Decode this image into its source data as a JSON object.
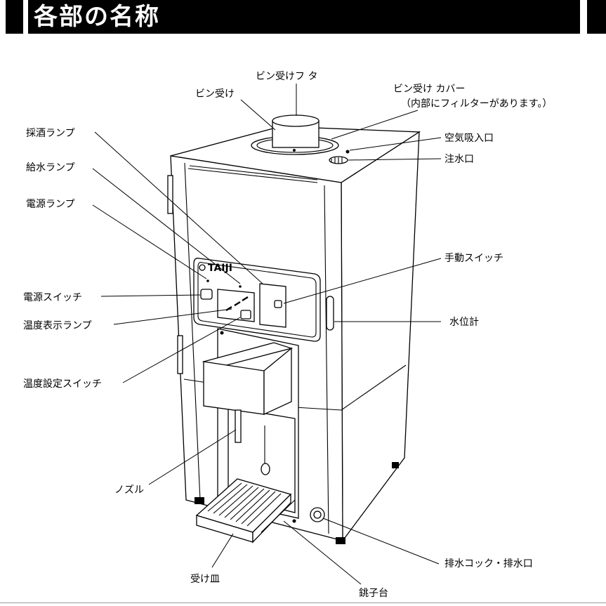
{
  "header": {
    "title": "各部の名称",
    "bar_color": "#000000",
    "title_color": "#ffffff"
  },
  "panel": {
    "brand": "TAIJI"
  },
  "labels": {
    "bin_lid": "ビン受けフ タ",
    "bin_holder": "ビン受け",
    "bin_cover": "ビン受け カバー",
    "bin_cover_note": "（内部にフィルターがあります。）",
    "air_intake": "空気吸入口",
    "water_inlet": "注水口",
    "sake_lamp": "採酒ランプ",
    "supply_lamp": "給水ランプ",
    "power_lamp": "電源ランプ",
    "manual_switch": "手動スイッチ",
    "power_switch": "電源スイッチ",
    "temp_display_lamp": "温度表示ランプ",
    "water_gauge": "水位計",
    "temp_set_switch": "温度設定スイッチ",
    "nozzle": "ノズル",
    "drain": "排水コック・排水口",
    "drip_tray": "受け皿",
    "bottle_stand": "銚子台"
  }
}
